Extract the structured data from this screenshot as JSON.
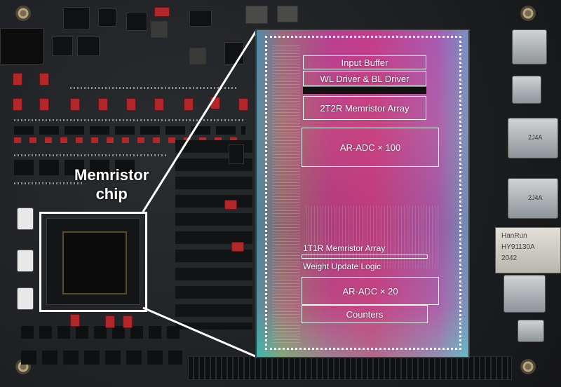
{
  "image": {
    "left_label": "Memristor\nchip",
    "die_blocks": {
      "input_buffer": "Input Buffer",
      "wl_bl_driver": "WL Driver & BL Driver",
      "memristor_array_2t2r": "2T2R Memristor Array",
      "ar_adc_100": "AR-ADC × 100",
      "memristor_array_1t1r": "1T1R Memristor Array",
      "weight_update_logic": "Weight Update Logic",
      "ar_adc_20": "AR-ADC × 20",
      "counters": "Counters"
    },
    "rj45_text": [
      "HanRun",
      "HY91130A",
      "2042"
    ],
    "usb_text": [
      "2J4A",
      "2J4A"
    ]
  }
}
